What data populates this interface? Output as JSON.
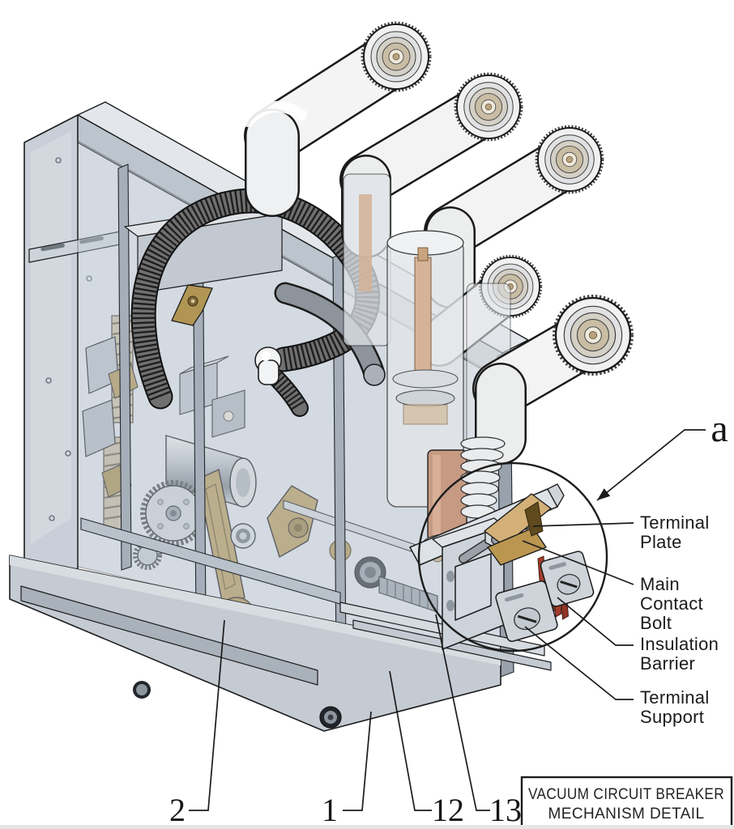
{
  "illustration": {
    "subject": "vacuum-circuit-breaker-isometric-cutaway",
    "detail_view_marker": "a",
    "part_labels": [
      {
        "id": "terminal-plate",
        "lines": [
          "Terminal",
          "Plate"
        ]
      },
      {
        "id": "main-contact-bolt",
        "lines": [
          "Main",
          "Contact",
          "Bolt"
        ]
      },
      {
        "id": "insulation-barrier",
        "lines": [
          "Insulation",
          "Barrier"
        ]
      },
      {
        "id": "terminal-support",
        "lines": [
          "Terminal",
          "Support"
        ]
      }
    ],
    "part_numbers": [
      "2",
      "1",
      "12",
      "13"
    ]
  },
  "title_block": {
    "line1": "VACUUM CIRCUIT BREAKER",
    "line2": "MECHANISM DETAIL"
  },
  "colors": {
    "outline": "#1c1c1c",
    "steel_light": "#dde2e7",
    "steel_mid": "#aab2bc",
    "porcelain_white": "#f3f3f4",
    "brass": "#b59a5e",
    "copper": "#c69a83",
    "barrier_red": "#a23c2c",
    "conduit_gray": "#707070"
  }
}
